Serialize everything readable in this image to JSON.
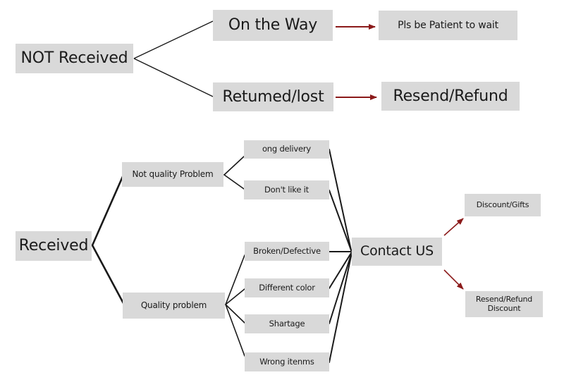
{
  "nodes": {
    "not_received": "NOT Received",
    "on_the_way": "On the Way",
    "be_patient": "Pls be Patient to wait",
    "returned_lost": "Retumed/lost",
    "resend_refund_top": "Resend/Refund",
    "received": "Received",
    "not_quality_problem": "Not quality Problem",
    "long_delivery": "ong delivery",
    "dont_like_it": "Don't like it",
    "quality_problem": "Quality problem",
    "broken_defective": "Broken/Defective",
    "different_color": "Different color",
    "shortage": "Shartage",
    "wrong_items": "Wrong itenms",
    "contact_us": "Contact US",
    "discount_gifts": "Discount/Gifts",
    "resend_refund_discount_line1": "Resend/Refund",
    "resend_refund_discount_line2": "Discount"
  },
  "colors": {
    "box_fill": "#d9d9d9",
    "connector": "#1a1a1a",
    "arrow": "#8b1a1a"
  }
}
